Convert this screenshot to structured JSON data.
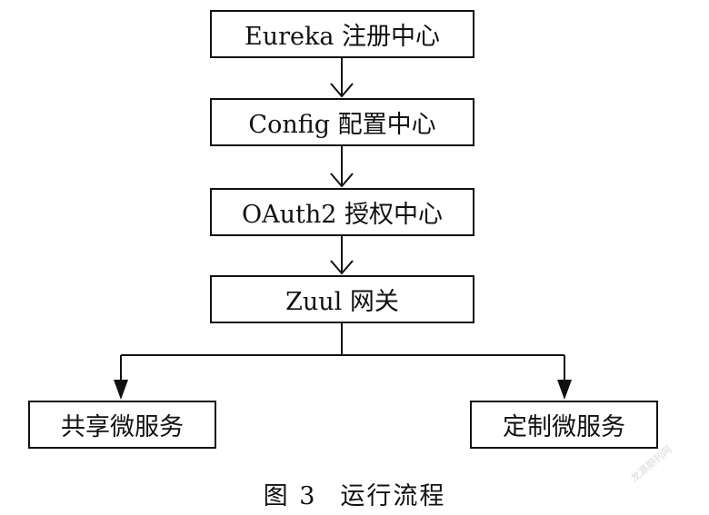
{
  "nodes": {
    "eureka": "Eureka 注册中心",
    "config": "Config 配置中心",
    "oauth2": "OAuth2 授权中心",
    "zuul": "Zuul 网关",
    "shared": "共享微服务",
    "custom": "定制微服务"
  },
  "caption": {
    "number": "图 3",
    "title": "运行流程"
  },
  "watermark": "龙源期刊网",
  "colors": {
    "stroke": "#111111",
    "background": "#ffffff"
  }
}
